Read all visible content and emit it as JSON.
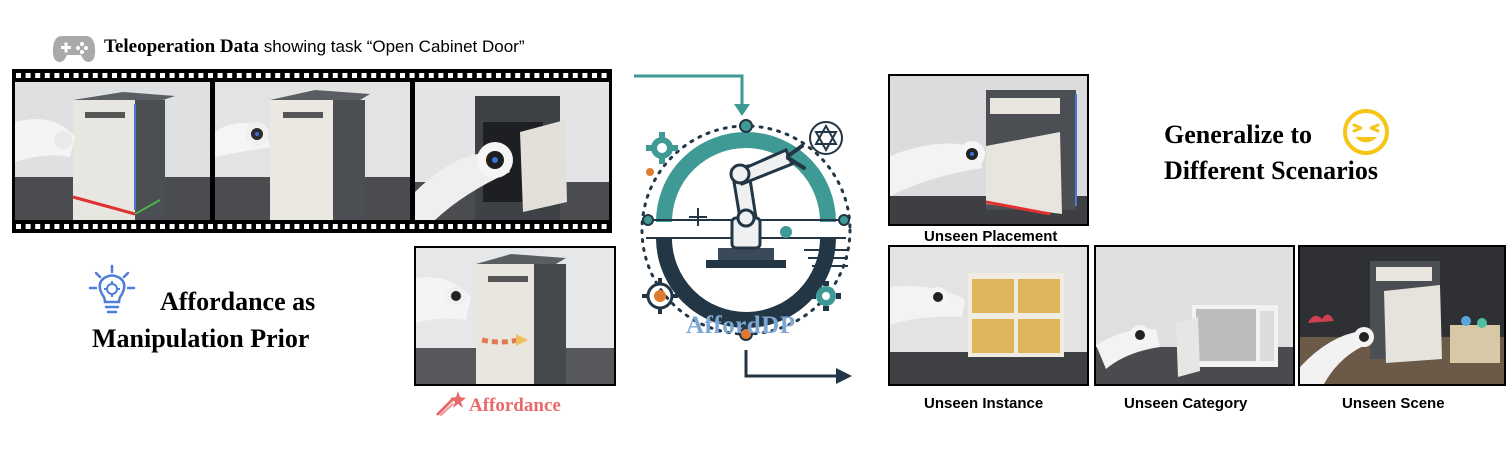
{
  "header": {
    "title_bold": "Teleoperation Data",
    "title_rest": " showing task “Open Cabinet Door”"
  },
  "left": {
    "prior_line1": "Affordance as",
    "prior_line2": "Manipulation Prior",
    "affordance_label": "Affordance"
  },
  "center": {
    "logo_text": "AffordDP"
  },
  "right": {
    "generalize_line1": "Generalize to",
    "generalize_line2": "Different Scenarios",
    "labels": [
      "Unseen Placement",
      "Unseen Instance",
      "Unseen Category",
      "Unseen Scene"
    ]
  },
  "colors": {
    "teal": "#3f9a95",
    "navy": "#233645",
    "affordance_red": "#e86a6a",
    "logo_text": "#7fa7d4",
    "emoji_yellow": "#f5c518",
    "bulb_blue": "#4f7fd9"
  }
}
